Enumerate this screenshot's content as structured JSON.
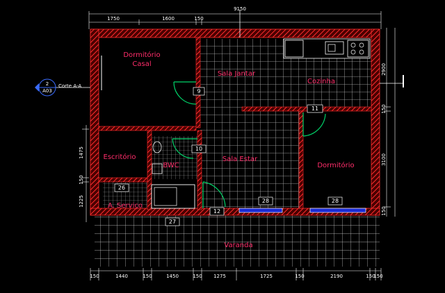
{
  "plan": {
    "rooms": {
      "dormitorio_casal": "Dormitório",
      "dormitorio_casal_2": "Casal",
      "sala_jantar": "Sala Jantar",
      "cozinha": "Cozinha",
      "escritorio": "Escritório",
      "bwc": "BWC",
      "sala_estar": "Sala Estar",
      "dormitorio": "Dormitório",
      "area_servico": "A. Serviço",
      "varanda": "Varanda"
    },
    "tags": {
      "t9": "9",
      "t10": "10",
      "t11": "11",
      "t12": "12",
      "t26": "26",
      "t27": "27",
      "t28a": "28",
      "t28b": "28"
    },
    "section_mark": {
      "number": "2",
      "sheet": "A03",
      "label": "Corte A-A"
    },
    "dims_top": {
      "total": "9150",
      "d1": "1750",
      "d2": "1600",
      "d3": "150"
    },
    "dims_left": {
      "d1": "1475",
      "d2": "150",
      "d3": "1225"
    },
    "dims_right": {
      "d1": "2900",
      "d2": "150",
      "d3": "3100",
      "d4": "150"
    },
    "dims_bottom": {
      "d1": "150",
      "d2": "1440",
      "d3": "150",
      "d4": "1450",
      "d5": "150",
      "d6": "1275",
      "d7": "1725",
      "d8": "150",
      "d9": "2190",
      "d10": "150",
      "d11": "150"
    },
    "colors": {
      "wall": "#ff2d2d",
      "grid": "#cfcfcf",
      "background": "#000000"
    }
  }
}
